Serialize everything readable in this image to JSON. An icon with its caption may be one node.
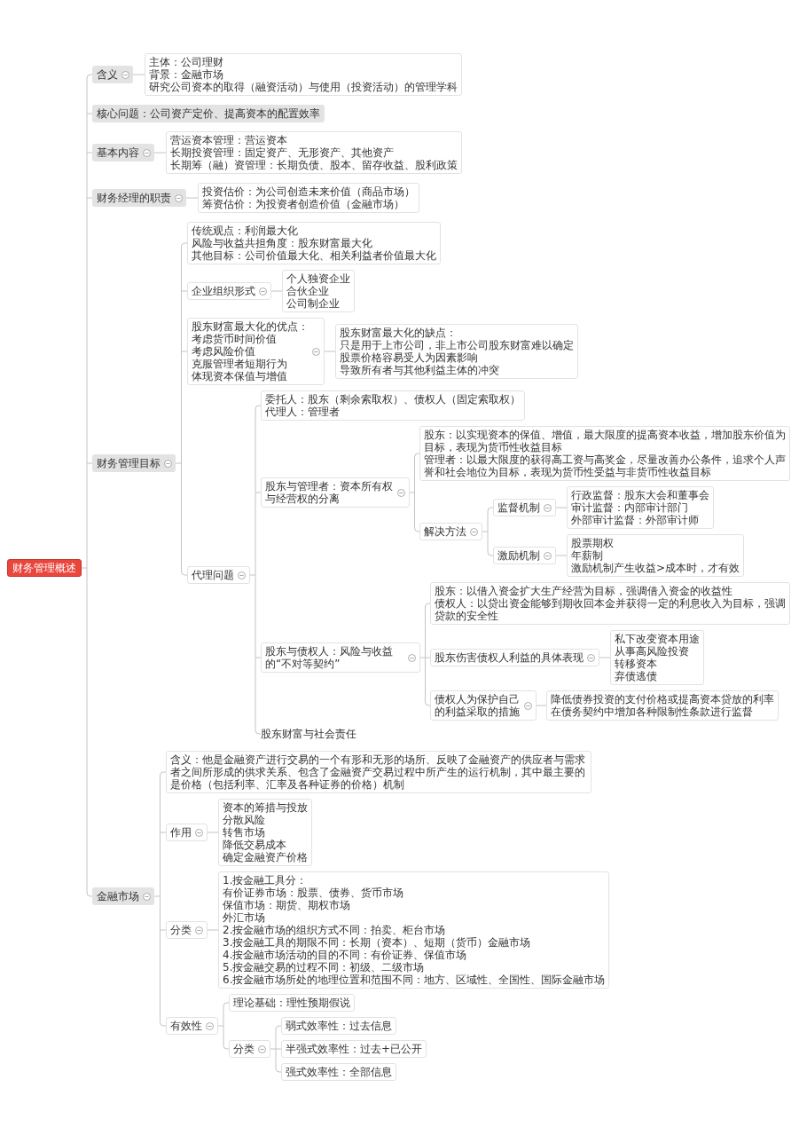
{
  "diagram": {
    "nodes": [
      {
        "text": [
          "财务管理概述"
        ]
      },
      {
        "text": [
          "含义"
        ]
      },
      {
        "text": [
          "主体：公司理财",
          "背景：金融市场",
          "研究公司资本的取得（融资活动）与使用（投资活动）的管理学科"
        ]
      },
      {
        "text": [
          "核心问题：公司资产定价、提高资本的配置效率"
        ]
      },
      {
        "text": [
          "基本内容"
        ]
      },
      {
        "text": [
          "营运资本管理：营运资本",
          "长期投资管理：固定资产、无形资产、其他资产",
          "长期筹（融）资管理：长期负债、股本、留存收益、股利政策"
        ]
      },
      {
        "text": [
          "财务经理的职责"
        ]
      },
      {
        "text": [
          "投资估价：为公司创造未来价值（商品市场）",
          "筹资估价：为投资者创造价值（金融市场）"
        ]
      },
      {
        "text": [
          "财务管理目标"
        ]
      },
      {
        "text": [
          "传统观点：利润最大化",
          "风险与收益共担角度：股东财富最大化",
          "其他目标：公司价值最大化、相关利益者价值最大化"
        ]
      },
      {
        "text": [
          "企业组织形式"
        ]
      },
      {
        "text": [
          "个人独资企业",
          "合伙企业",
          "公司制企业"
        ]
      },
      {
        "text": [
          "股东财富最大化的优点：",
          "考虑货币时间价值",
          "考虑风险价值",
          "克服管理者短期行为",
          "体现资本保值与增值"
        ]
      },
      {
        "text": [
          "股东财富最大化的缺点：",
          "只是用于上市公司，非上市公司股东财富难以确定",
          "股票价格容易受人为因素影响",
          "导致所有者与其他利益主体的冲突"
        ]
      },
      {
        "text": [
          "代理问题"
        ]
      },
      {
        "text": [
          "委托人：股东（剩余索取权）、债权人（固定索取权）",
          "代理人：管理者"
        ]
      },
      {
        "text": [
          "股东与管理者：资本所有权与经营权的分离"
        ]
      },
      {
        "text": [
          "股东：以实现资本的保值、增值，最大限度的提高资本收益，增加股东价值为目标，表现为货币性收益目标",
          "管理者：以最大限度的获得高工资与高奖金，尽量改善办公条件，追求个人声誉和社会地位为目标，表现为货币性受益与非货币性收益目标"
        ]
      },
      {
        "text": [
          "解决方法"
        ]
      },
      {
        "text": [
          "监督机制"
        ]
      },
      {
        "text": [
          "行政监督：股东大会和董事会",
          "审计监督：内部审计部门",
          "外部审计监督：外部审计师"
        ]
      },
      {
        "text": [
          "激励机制"
        ]
      },
      {
        "text": [
          "股票期权",
          "年薪制",
          "激励机制产生收益>成本时，才有效"
        ]
      },
      {
        "text": [
          "股东与债权人：风险与收益的“不对等契约”"
        ]
      },
      {
        "text": [
          "股东：以借入资金扩大生产经营为目标，强调借入资金的收益性",
          "债权人：以贷出资金能够到期收回本金并获得一定的利息收入为目标，强调贷款的安全性"
        ]
      },
      {
        "text": [
          "股东伤害债权人利益的具体表现"
        ]
      },
      {
        "text": [
          "私下改变资本用途",
          "从事高风险投资",
          "转移资本",
          "弃债逃债"
        ]
      },
      {
        "text": [
          "债权人为保护自己的利益采取的措施"
        ]
      },
      {
        "text": [
          "降低债券投资的支付价格或提高资本贷放的利率",
          "在债务契约中增加各种限制性条款进行监督"
        ]
      },
      {
        "text": [
          "股东财富与社会责任"
        ]
      },
      {
        "text": [
          "金融市场"
        ]
      },
      {
        "text": [
          "含义：他是金融资产进行交易的一个有形和无形的场所、反映了金融资产的供应者与需求者之间所形成的供求关系、包含了金融资产交易过程中所产生的运行机制，其中最主要的是价格（包括利率、汇率及各种证券的价格）机制"
        ]
      },
      {
        "text": [
          "作用"
        ]
      },
      {
        "text": [
          "资本的筹措与投放",
          "分散风险",
          "转售市场",
          "降低交易成本",
          "确定金融资产价格"
        ]
      },
      {
        "text": [
          "分类"
        ]
      },
      {
        "text": [
          "1.按金融工具分：",
          "有价证券市场：股票、债券、货币市场",
          "保值市场：期货、期权市场",
          "外汇市场",
          "2.按金融市场的组织方式不同：拍卖、柜台市场",
          "3.按金融工具的期限不同：长期（资本）、短期（货币）金融市场",
          "4.按金融市场活动的目的不同：有价证券、保值市场",
          "5.按金融交易的过程不同：初级、二级市场",
          "6.按金融市场所处的地理位置和范围不同：地方、区域性、全国性、国际金融市场"
        ]
      },
      {
        "text": [
          "有效性"
        ]
      },
      {
        "text": [
          "理论基础：理性预期假说"
        ]
      },
      {
        "text": [
          "分类"
        ]
      },
      {
        "text": [
          "弱式效率性：过去信息"
        ]
      },
      {
        "text": [
          "半强式效率性：过去+已公开"
        ]
      },
      {
        "text": [
          "强式效率性：全部信息"
        ]
      }
    ],
    "edges": [
      {
        "from": 0,
        "to": 1,
        "arrow": "none"
      },
      {
        "from": 0,
        "to": 3,
        "arrow": "none"
      },
      {
        "from": 0,
        "to": 4,
        "arrow": "none"
      },
      {
        "from": 0,
        "to": 6,
        "arrow": "none"
      },
      {
        "from": 0,
        "to": 8,
        "arrow": "none"
      },
      {
        "from": 0,
        "to": 30,
        "arrow": "none"
      },
      {
        "from": 1,
        "to": 2,
        "arrow": "none"
      },
      {
        "from": 4,
        "to": 5,
        "arrow": "none"
      },
      {
        "from": 6,
        "to": 7,
        "arrow": "none"
      },
      {
        "from": 8,
        "to": 9,
        "arrow": "none"
      },
      {
        "from": 8,
        "to": 10,
        "arrow": "none"
      },
      {
        "from": 8,
        "to": 12,
        "arrow": "none"
      },
      {
        "from": 8,
        "to": 14,
        "arrow": "none"
      },
      {
        "from": 10,
        "to": 11,
        "arrow": "none"
      },
      {
        "from": 12,
        "to": 13,
        "arrow": "none"
      },
      {
        "from": 14,
        "to": 15,
        "arrow": "none"
      },
      {
        "from": 14,
        "to": 16,
        "arrow": "none"
      },
      {
        "from": 14,
        "to": 23,
        "arrow": "none"
      },
      {
        "from": 14,
        "to": 29,
        "arrow": "none"
      },
      {
        "from": 16,
        "to": 17,
        "arrow": "none"
      },
      {
        "from": 16,
        "to": 18,
        "arrow": "none"
      },
      {
        "from": 18,
        "to": 19,
        "arrow": "none"
      },
      {
        "from": 18,
        "to": 21,
        "arrow": "none"
      },
      {
        "from": 19,
        "to": 20,
        "arrow": "none"
      },
      {
        "from": 21,
        "to": 22,
        "arrow": "none"
      },
      {
        "from": 23,
        "to": 24,
        "arrow": "none"
      },
      {
        "from": 23,
        "to": 25,
        "arrow": "none"
      },
      {
        "from": 23,
        "to": 27,
        "arrow": "none"
      },
      {
        "from": 25,
        "to": 26,
        "arrow": "none"
      },
      {
        "from": 27,
        "to": 28,
        "arrow": "none"
      },
      {
        "from": 30,
        "to": 31,
        "arrow": "none"
      },
      {
        "from": 30,
        "to": 32,
        "arrow": "none"
      },
      {
        "from": 30,
        "to": 34,
        "arrow": "none"
      },
      {
        "from": 30,
        "to": 36,
        "arrow": "none"
      },
      {
        "from": 32,
        "to": 33,
        "arrow": "none"
      },
      {
        "from": 34,
        "to": 35,
        "arrow": "none"
      },
      {
        "from": 36,
        "to": 37,
        "arrow": "none"
      },
      {
        "from": 36,
        "to": 38,
        "arrow": "none"
      },
      {
        "from": 38,
        "to": 39,
        "arrow": "none"
      },
      {
        "from": 38,
        "to": 40,
        "arrow": "none"
      },
      {
        "from": 38,
        "to": 41,
        "arrow": "none"
      }
    ]
  }
}
